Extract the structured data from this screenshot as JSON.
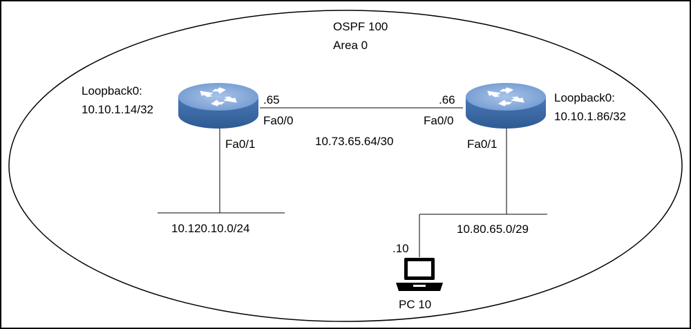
{
  "area": {
    "process": "OSPF 100",
    "area": "Area 0"
  },
  "router_left": {
    "loopback_name": "Loopback0:",
    "loopback_ip": "10.10.1.14/32",
    "wan_host": ".65",
    "wan_iface": "Fa0/0",
    "lan_iface": "Fa0/1"
  },
  "router_right": {
    "loopback_name": "Loopback0:",
    "loopback_ip": "10.10.1.86/32",
    "wan_host": ".66",
    "wan_iface": "Fa0/0",
    "lan_iface": "Fa0/1"
  },
  "links": {
    "wan_subnet": "10.73.65.64/30",
    "lan_left_subnet": "10.120.10.0/24",
    "lan_right_subnet": "10.80.65.0/29"
  },
  "pc": {
    "host": ".10",
    "name": "PC 10"
  },
  "colors": {
    "router_top": "#7fa6d8",
    "router_side": "#3f6ea8",
    "border": "#000000"
  }
}
